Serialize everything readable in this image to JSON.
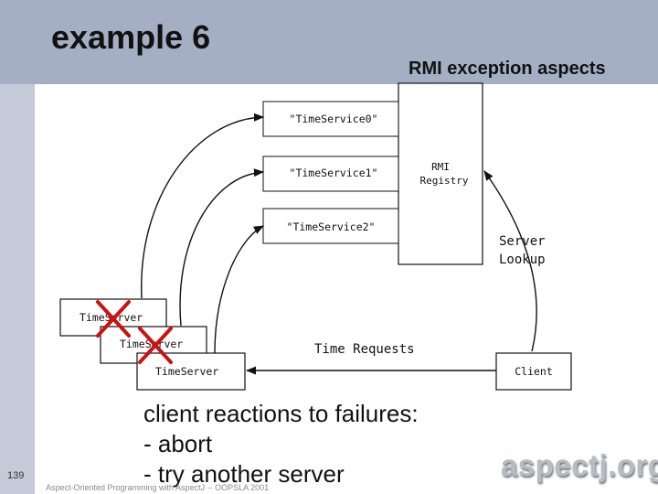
{
  "slide": {
    "title": "example 6",
    "subtitle": "RMI exception aspects",
    "page_number": "139",
    "footer": "Aspect-Oriented Programming with AspectJ -- OOPSLA 2001",
    "logo": "aspectj.org"
  },
  "diagram": {
    "registry": {
      "label_line1": "RMI",
      "label_line2": "Registry"
    },
    "services": [
      "\"TimeService0\"",
      "\"TimeService1\"",
      "\"TimeService2\""
    ],
    "servers": [
      "TimeServer",
      "TimeServer",
      "TimeServer"
    ],
    "client": "Client",
    "server_lookup_line1": "Server",
    "server_lookup_line2": "Lookup",
    "time_requests": "Time Requests",
    "failure_mark_color": "#cc1111"
  },
  "body": {
    "lines": [
      "client reactions to failures:",
      "- abort",
      "- try another server"
    ]
  }
}
